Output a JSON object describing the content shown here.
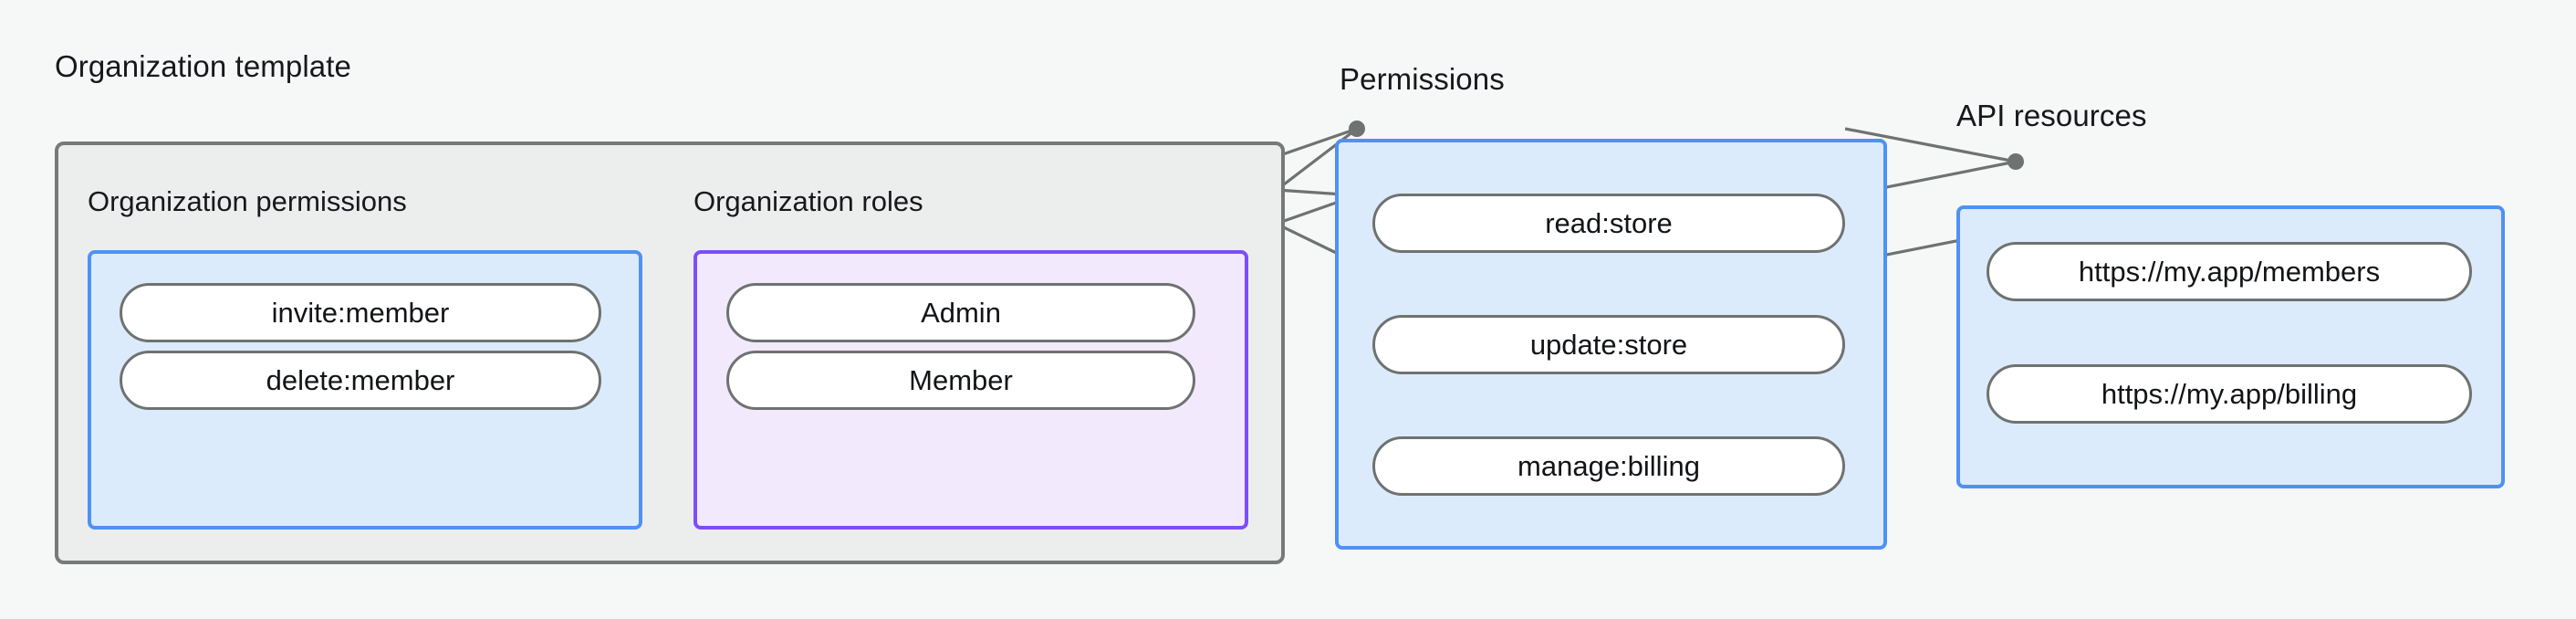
{
  "diagram": {
    "type": "relationship-flow",
    "background_color": "#f6f8f7",
    "groups": [
      {
        "id": "organization-template",
        "title": "Organization template",
        "style": "neutral",
        "border_color": "#767a79",
        "fill_color": "#eceeed",
        "sections": [
          {
            "id": "organization-permissions",
            "title": "Organization permissions",
            "style": "blue",
            "border_color": "#4f91f5",
            "fill_color": "#dcebfb",
            "nodes": [
              {
                "id": "invite-member",
                "label": "invite:member"
              },
              {
                "id": "delete-member",
                "label": "delete:member"
              }
            ]
          },
          {
            "id": "organization-roles",
            "title": "Organization roles",
            "style": "purple",
            "border_color": "#7c4dfb",
            "fill_color": "#f3e9fc",
            "nodes": [
              {
                "id": "admin",
                "label": "Admin"
              },
              {
                "id": "member",
                "label": "Member"
              }
            ]
          }
        ]
      },
      {
        "id": "permissions",
        "title": "Permissions",
        "style": "blue",
        "border_color": "#4f91f5",
        "fill_color": "#dcebfb",
        "nodes": [
          {
            "id": "read-store",
            "label": "read:store"
          },
          {
            "id": "update-store",
            "label": "update:store"
          },
          {
            "id": "manage-billing",
            "label": "manage:billing"
          }
        ]
      },
      {
        "id": "api-resources",
        "title": "API resources",
        "style": "blue",
        "border_color": "#4f91f5",
        "fill_color": "#dcebfb",
        "nodes": [
          {
            "id": "my-app-members",
            "label": "https://my.app/members"
          },
          {
            "id": "my-app-billing",
            "label": "https://my.app/billing"
          }
        ]
      }
    ],
    "edges": [
      {
        "from": "invite-member",
        "to": "admin"
      },
      {
        "from": "invite-member",
        "to": "member"
      },
      {
        "from": "delete-member",
        "to": "member"
      },
      {
        "from": "admin",
        "to": "read-store"
      },
      {
        "from": "admin",
        "to": "update-store"
      },
      {
        "from": "admin",
        "to": "manage-billing"
      },
      {
        "from": "member",
        "to": "read-store"
      },
      {
        "from": "member",
        "to": "update-store"
      },
      {
        "from": "read-store",
        "to": "my-app-members"
      },
      {
        "from": "update-store",
        "to": "my-app-members"
      },
      {
        "from": "manage-billing",
        "to": "my-app-billing"
      }
    ],
    "edge_color": "#6e7271"
  }
}
